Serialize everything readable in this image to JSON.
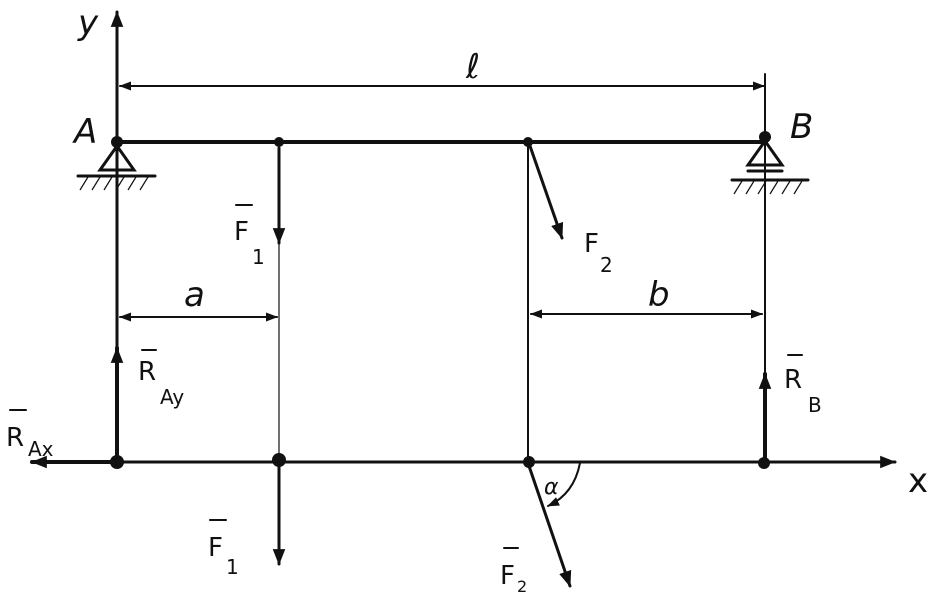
{
  "labels": {
    "y_axis": "y",
    "x_axis": "x",
    "point_a": "A",
    "point_b": "B",
    "span_length": "ℓ",
    "dim_a": "a",
    "dim_b": "b",
    "angle": "α",
    "force_f1_top": {
      "main": "F",
      "sub": "1"
    },
    "force_f2_top": {
      "main": "F",
      "sub": "2"
    },
    "force_f1_bottom": {
      "main": "F",
      "sub": "1"
    },
    "force_f2_bottom": {
      "main": "F",
      "sub": "2"
    },
    "reaction_ay": {
      "main": "R",
      "sub": "Ay"
    },
    "reaction_ax": {
      "main": "R",
      "sub": "Ax"
    },
    "reaction_b": {
      "main": "R",
      "sub": "B"
    }
  }
}
